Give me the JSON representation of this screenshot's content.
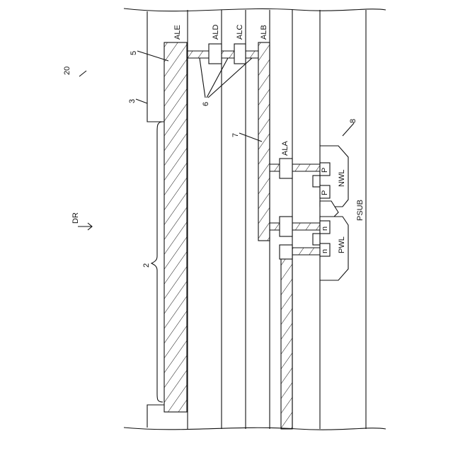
{
  "labels": {
    "fig_ref": "20",
    "layer_3": "3",
    "layer_5": "5",
    "ref_6": "6",
    "ref_7": "7",
    "ref_8": "8",
    "ref_2": "2",
    "ale": "ALE",
    "ald": "ALD",
    "alc": "ALC",
    "alb": "ALB",
    "ala": "ALA",
    "nwl": "NWL",
    "pwl": "PWL",
    "psub": "PSUB",
    "dr": "DR",
    "p_top": "P",
    "p_mid": "P",
    "n_mid": "n",
    "n_bot": "n"
  },
  "colors": {
    "ink": "#111111",
    "background": "#ffffff"
  }
}
